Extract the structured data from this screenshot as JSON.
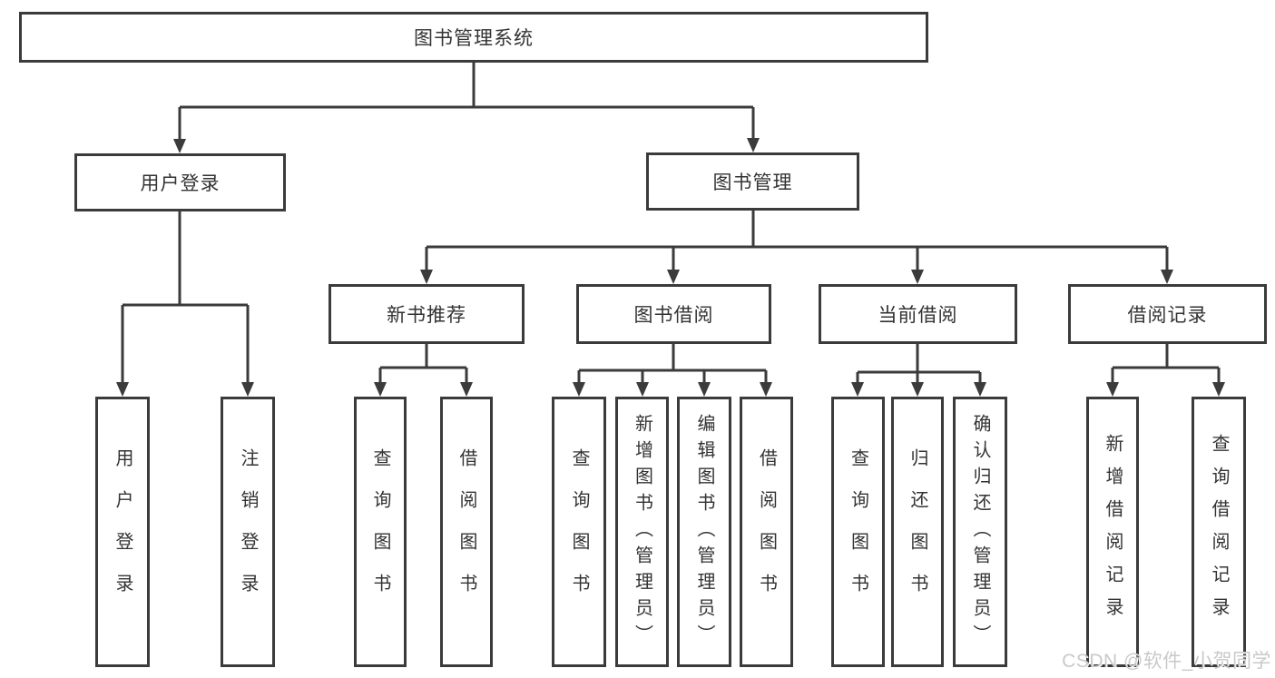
{
  "diagram": {
    "root": {
      "label": "图书管理系统"
    },
    "level2": {
      "user_login": {
        "label": "用户登录"
      },
      "book_mgmt": {
        "label": "图书管理"
      }
    },
    "level3": {
      "new_book": {
        "label": "新书推荐"
      },
      "book_borrow": {
        "label": "图书借阅"
      },
      "current_borrow": {
        "label": "当前借阅"
      },
      "borrow_records": {
        "label": "借阅记录"
      }
    },
    "leaves": {
      "user_login": [
        "用户登录",
        "注销登录"
      ],
      "new_book": [
        "查询图书",
        "借阅图书"
      ],
      "book_borrow": [
        "查询图书",
        "新增图书（管理员）",
        "编辑图书（管理员）",
        "借阅图书"
      ],
      "current_borrow": [
        "查询图书",
        "归还图书",
        "确认归还（管理员）"
      ],
      "borrow_records": [
        "新增借阅记录",
        "查询借阅记录"
      ]
    }
  },
  "watermark": {
    "text": "CSDN @软件_小贺同学"
  },
  "colors": {
    "line": "#3b3b3b",
    "box_border": "#3b3b3b",
    "box_fill": "#ffffff",
    "text": "#333333",
    "watermark": "#c9c9c9"
  }
}
